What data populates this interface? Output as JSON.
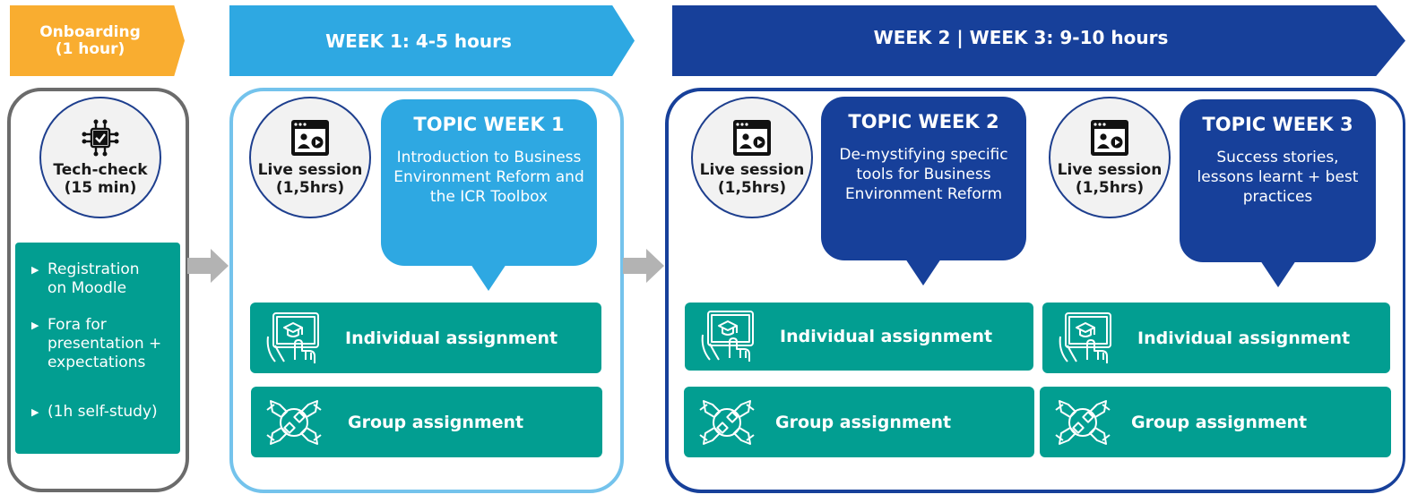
{
  "banners": {
    "onboarding": "Onboarding\n(1 hour)",
    "week1": "WEEK 1:  4-5 hours",
    "week23": "WEEK 2 | WEEK 3:  9-10 hours"
  },
  "onboarding": {
    "circle_label": "Tech-check\n(15 min)",
    "circle_icon": "ai-chip-check-icon",
    "items": [
      "Registration on Moodle",
      "Fora for presentation + expectations",
      "(1h self-study)"
    ]
  },
  "week1": {
    "live": "Live session\n(1,5hrs)",
    "topic_title": "TOPIC WEEK 1",
    "topic_body": "Introduction to Business Environment Reform and the ICR Toolbox",
    "individual": "Individual assignment",
    "group": "Group assignment"
  },
  "week2": {
    "live": "Live session\n(1,5hrs)",
    "topic_title": "TOPIC WEEK 2",
    "topic_body": "De-mystifying specific tools for Business Environment Reform",
    "individual": "Individual assignment",
    "group": "Group assignment"
  },
  "week3": {
    "live": "Live session\n(1,5hrs)",
    "topic_title": "TOPIC WEEK 3",
    "topic_body": "Success stories, lessons learnt  + best practices",
    "individual": "Individual assignment",
    "group": "Group assignment"
  },
  "colors": {
    "orange": "#f9ad30",
    "light_blue": "#2ea8e2",
    "dark_blue": "#17409a",
    "teal": "#029e91",
    "gray": "#6b6b6b"
  },
  "icons": [
    "video-session-icon",
    "tablet-graduation-icon",
    "group-hands-icon",
    "arrow-right-icon"
  ]
}
